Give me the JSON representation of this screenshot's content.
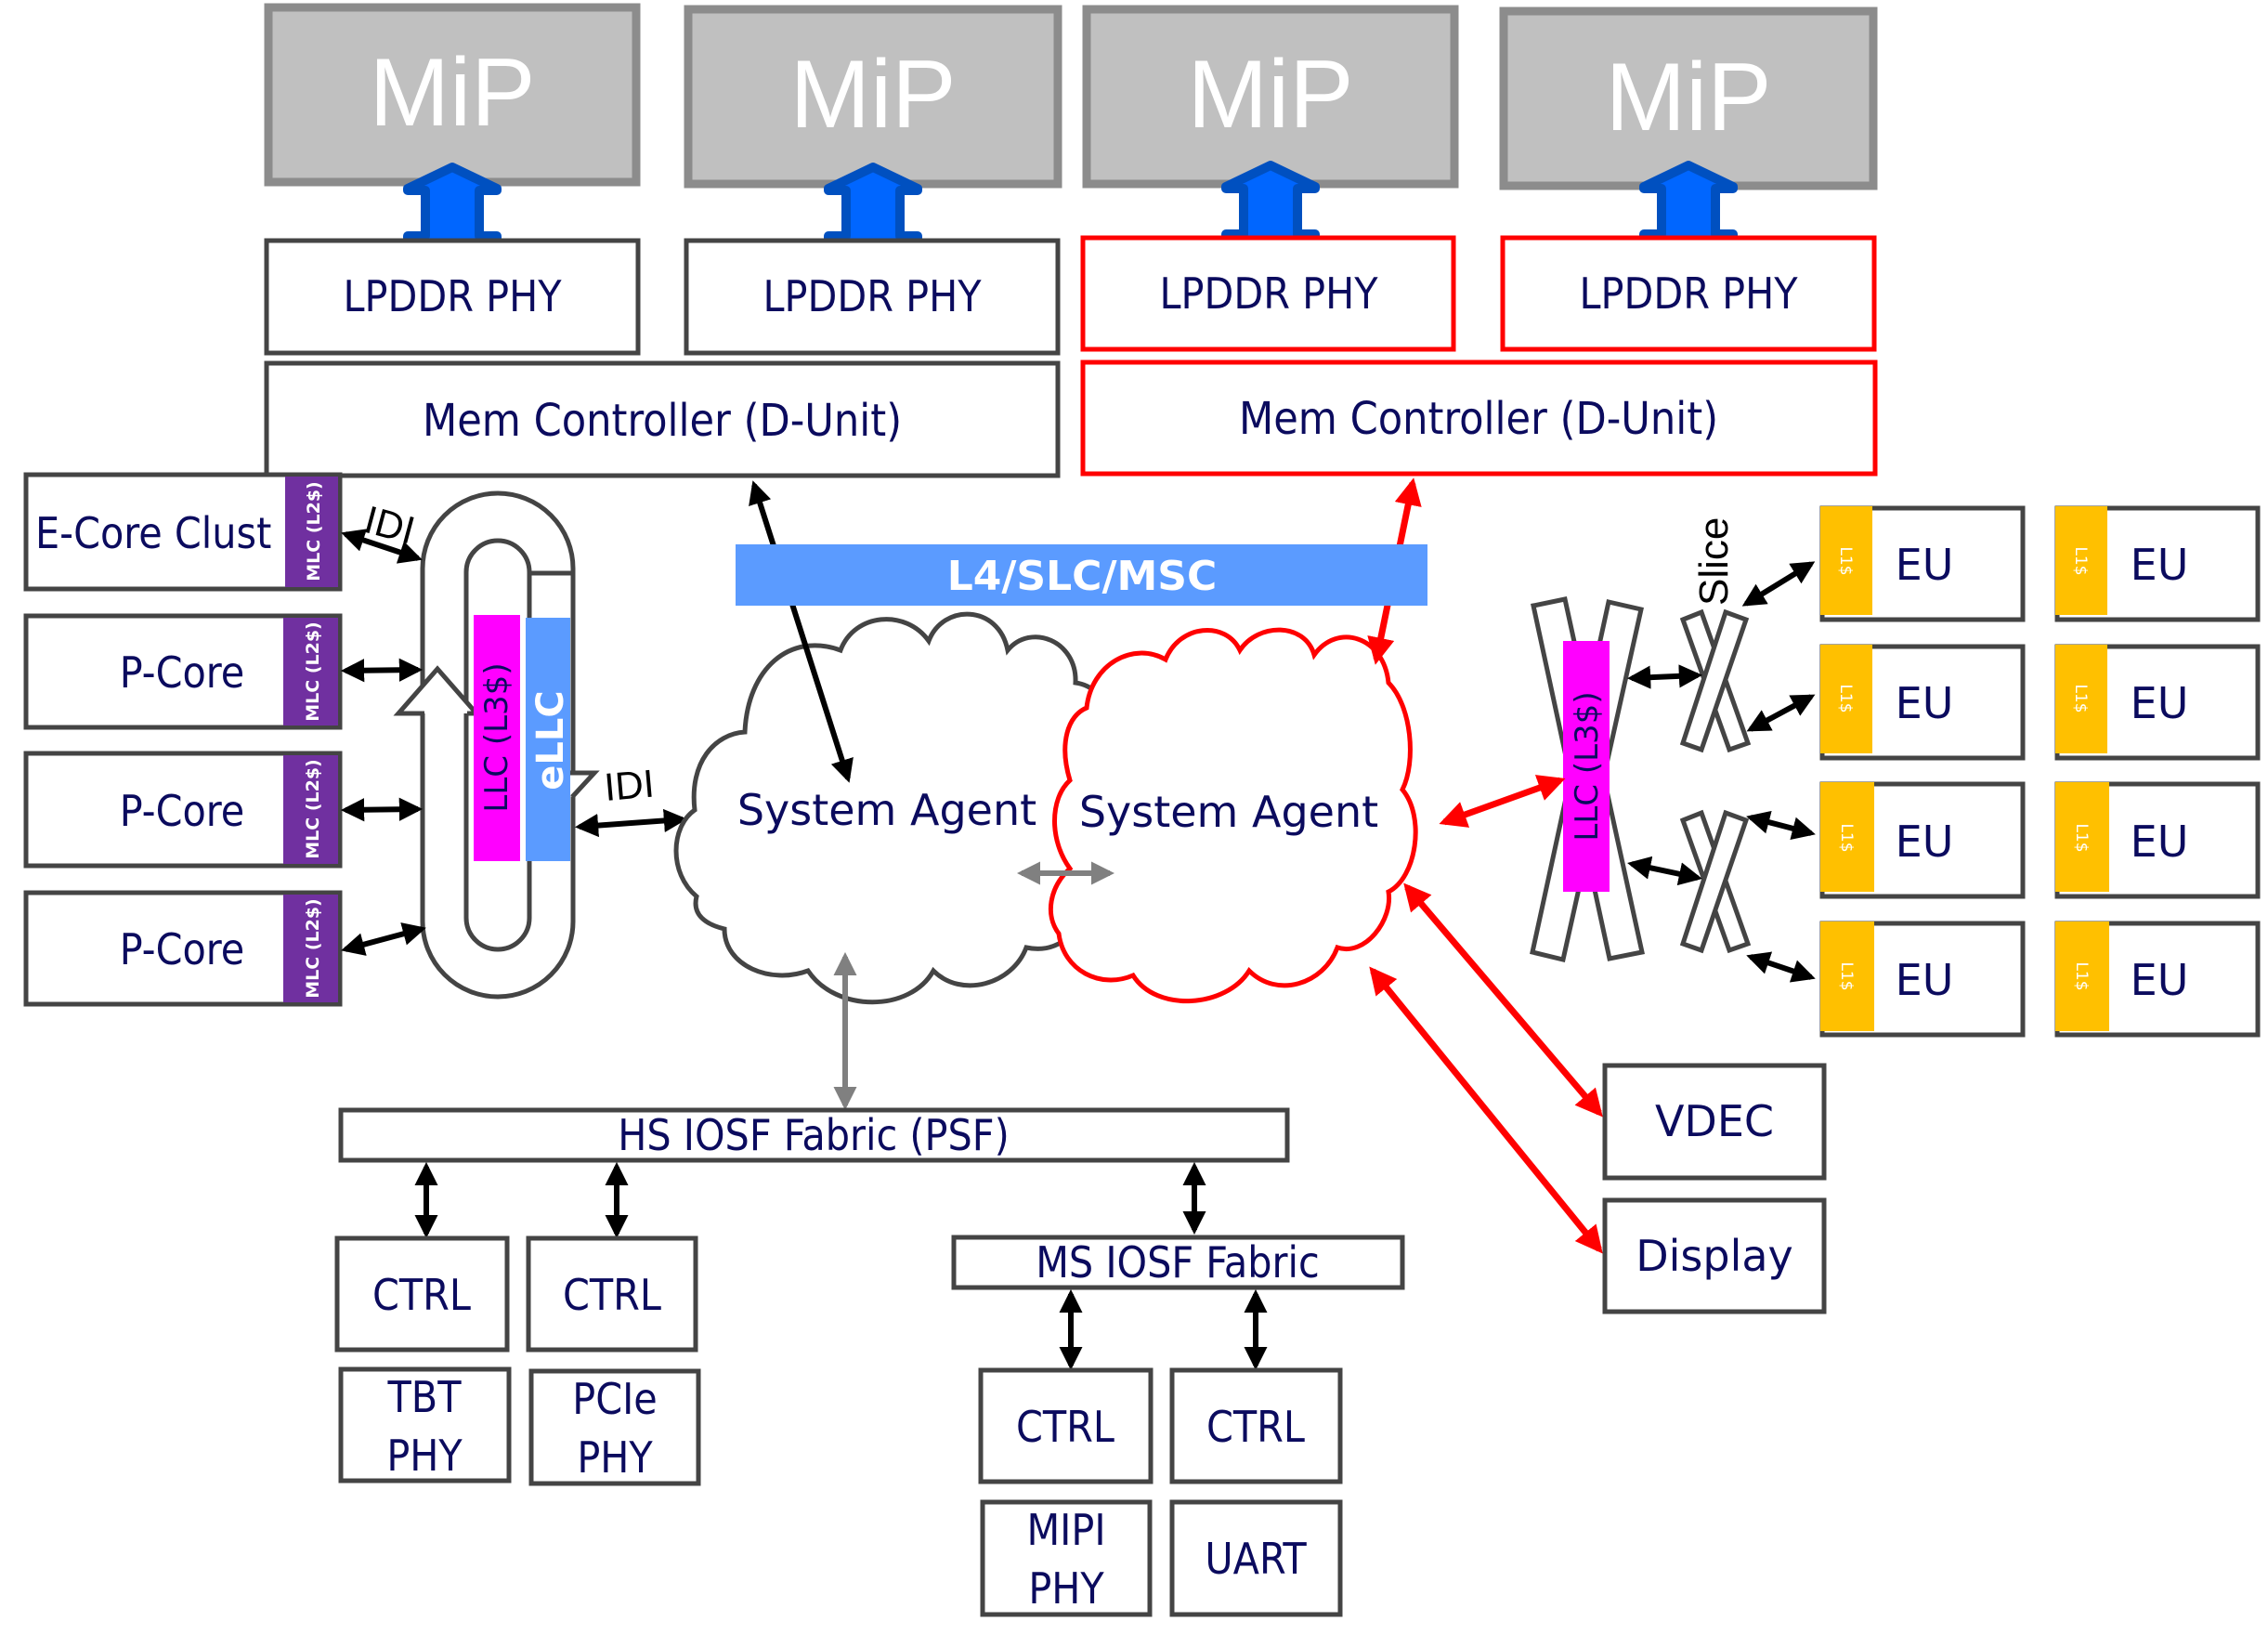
{
  "diagram": {
    "colors": {
      "text": "#0b0b5e",
      "box_border": "#444444",
      "red_highlight": "#ff0000",
      "mip_fill": "#c0c0c0",
      "mip_border": "#8c8c8c",
      "connector_blue": "#0066ff",
      "connector_blue_dark": "#0050c0",
      "l4_bar": "#5b9bff",
      "llc_magenta": "#ff00ff",
      "ellc_blue": "#5b9bff",
      "mlc_purple": "#7030a0",
      "l1_yellow": "#ffc000",
      "gray_arrow": "#808080"
    },
    "memory": {
      "mip_label": "MiP",
      "mips": [
        "MiP",
        "MiP",
        "MiP",
        "MiP"
      ],
      "phys": [
        {
          "label": "LPDDR PHY",
          "highlight": false
        },
        {
          "label": "LPDDR PHY",
          "highlight": false
        },
        {
          "label": "LPDDR PHY",
          "highlight": true
        },
        {
          "label": "LPDDR PHY",
          "highlight": true
        }
      ],
      "controllers": [
        {
          "label": "Mem Controller (D-Unit)",
          "highlight": false
        },
        {
          "label": "Mem Controller (D-Unit)",
          "highlight": true
        }
      ]
    },
    "l4_bar": {
      "label": "L4/SLC/MSC"
    },
    "cores": [
      {
        "label": "E-Core Clust",
        "cache": "MLC (L2$)"
      },
      {
        "label": "P-Core",
        "cache": "MLC (L2$)"
      },
      {
        "label": "P-Core",
        "cache": "MLC (L2$)"
      },
      {
        "label": "P-Core",
        "cache": "MLC (L2$)"
      }
    ],
    "ring": {
      "llc_label": "LLC (L3$)",
      "ellc_label": "eLLC",
      "idi_top": "IDI",
      "idi_right": "IDI"
    },
    "system_agents": [
      {
        "label": "System Agent",
        "highlight": false
      },
      {
        "label": "System Agent",
        "highlight": true
      }
    ],
    "gpu": {
      "llc_label": "LLC (L3$)",
      "slice_label": "Slice",
      "eus": [
        {
          "label": "EU",
          "cache": "L1$"
        },
        {
          "label": "EU",
          "cache": "L1$"
        },
        {
          "label": "EU",
          "cache": "L1$"
        },
        {
          "label": "EU",
          "cache": "L1$"
        },
        {
          "label": "EU",
          "cache": "L1$"
        },
        {
          "label": "EU",
          "cache": "L1$"
        },
        {
          "label": "EU",
          "cache": "L1$"
        },
        {
          "label": "EU",
          "cache": "L1$"
        }
      ]
    },
    "media": {
      "vdec": "VDEC",
      "display": "Display"
    },
    "io": {
      "hs_fabric": "HS IOSF Fabric (PSF)",
      "ms_fabric": "MS IOSF Fabric",
      "hs_ctrls": [
        {
          "ctrl": "CTRL",
          "phy_line1": "TBT",
          "phy_line2": "PHY"
        },
        {
          "ctrl": "CTRL",
          "phy_line1": "PCIe",
          "phy_line2": "PHY"
        }
      ],
      "ms_ctrls": [
        {
          "ctrl": "CTRL",
          "phy_line1": "MIPI",
          "phy_line2": "PHY"
        },
        {
          "ctrl": "CTRL",
          "phy_line1": "UART",
          "phy_line2": ""
        }
      ]
    }
  }
}
